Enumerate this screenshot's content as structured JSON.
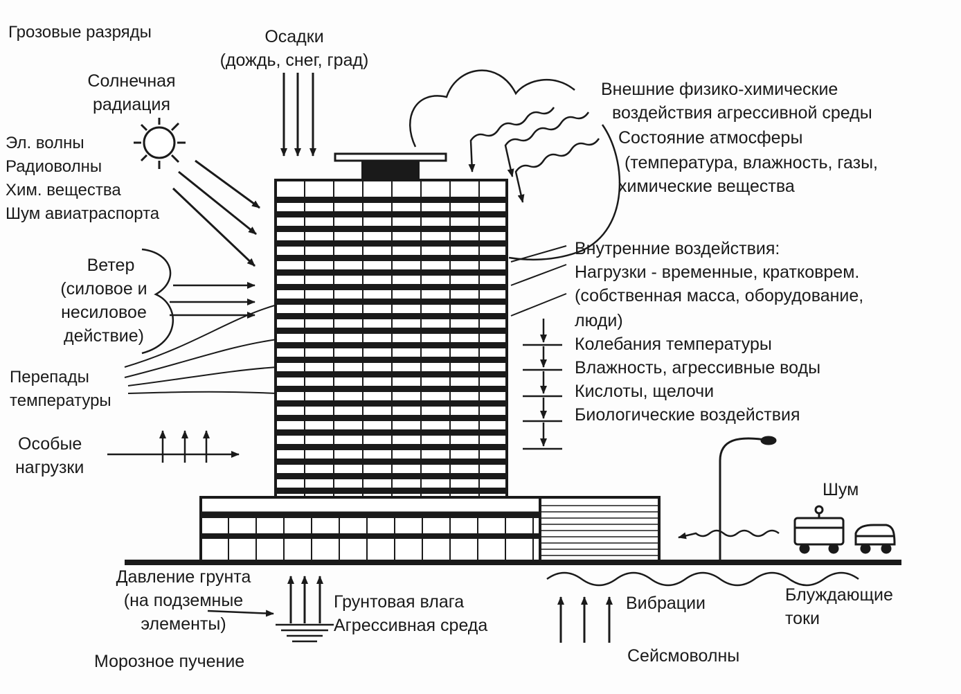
{
  "labels": {
    "lightning": "Грозовые разряды",
    "precip_1": "Осадки",
    "precip_2": "(дождь, снег, град)",
    "solar_1": "Солнечная",
    "solar_2": "радиация",
    "el_waves": "Эл. волны",
    "radio_waves": "Радиоволны",
    "chem": "Хим. вещества",
    "aviation_noise": "Шум авиатраспорта",
    "wind_1": "Ветер",
    "wind_2": "(силовое и",
    "wind_3": "несиловое",
    "wind_4": "действие)",
    "temp_diff_1": "Перепады",
    "temp_diff_2": "температуры",
    "special_1": "Особые",
    "special_2": "нагрузки",
    "external_1": "Внешние физико-химические",
    "external_2": "воздействия агрессивной среды",
    "external_3": "Состояние атмосферы",
    "external_4": "(температура, влажность, газы,",
    "external_5": "химические вещества",
    "internal_1": "Внутренние воздействия:",
    "internal_2": "Нагрузки - временные, кратковрем.",
    "internal_3": "(собственная масса, оборудование,",
    "internal_4": "люди)",
    "temp_fluct": "Колебания температуры",
    "humidity": "Влажность, агрессивные воды",
    "acids": "Кислоты, щелочи",
    "bio": "Биологические воздействия",
    "noise": "Шум",
    "soil_pressure_1": "Давление грунта",
    "soil_pressure_2": "(на подземные",
    "soil_pressure_3": "элементы)",
    "ground_moisture": "Грунтовая влага",
    "aggressive_env": "Агрессивная среда",
    "frost": "Морозное пучение",
    "vibrations": "Вибрации",
    "stray_1": "Блуждающие",
    "stray_2": "токи",
    "seismic": "Сейсмоволны"
  },
  "colors": {
    "ink": "#1a1a1a",
    "paper": "#fdfdfd"
  }
}
